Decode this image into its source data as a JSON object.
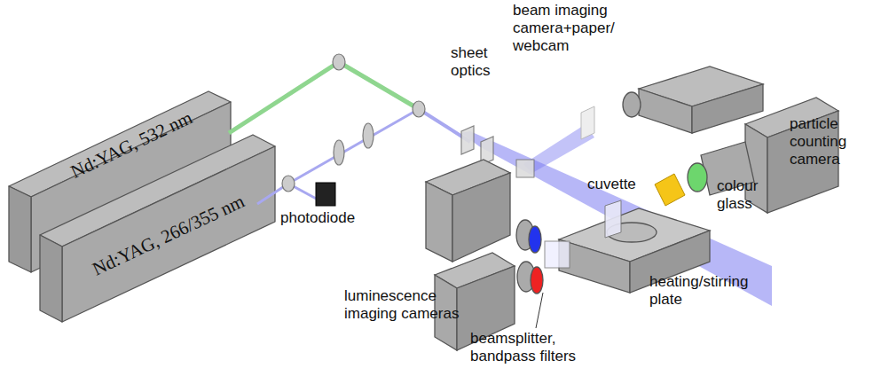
{
  "diagram": {
    "nodes": [
      {
        "text": [
          "Nd:YAG, 532 nm"
        ]
      },
      {
        "text": [
          "Nd:YAG, 266/355 nm"
        ]
      }
    ],
    "labels": [
      "beam imaging camera+paper/ webcam",
      "sheet optics",
      "photodiode",
      "cuvette",
      "colour glass",
      "particle counting camera",
      "luminescence imaging cameras",
      "heating/stirring plate",
      "beamsplitter, bandpass filters"
    ]
  }
}
